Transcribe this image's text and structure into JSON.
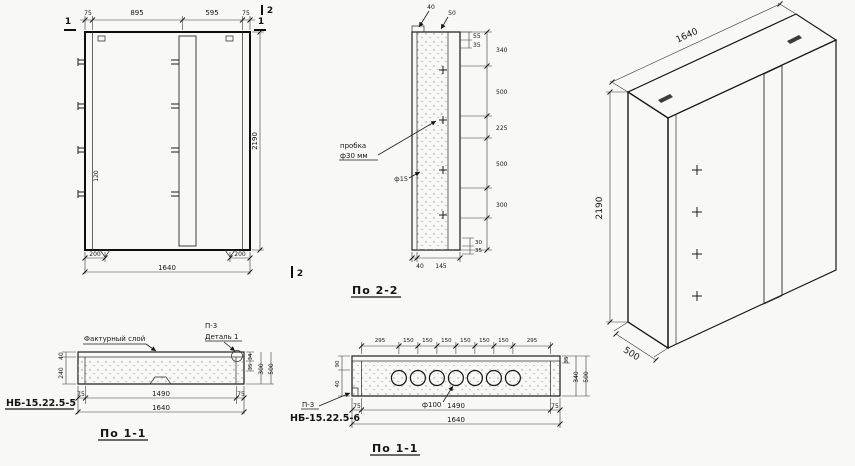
{
  "colors": {
    "paper": "#f8f8f4",
    "ink": "#141414"
  },
  "drawing": {
    "front": {
      "marks": {
        "one_left": "1",
        "one_right": "1",
        "two_top": "2",
        "two_bottom": "2"
      },
      "top_dims": [
        "75",
        "895",
        "595",
        "75"
      ],
      "side_dim": "120",
      "bottom_offset_left": "200",
      "bottom_offset_right": "200",
      "bottom_total": "1640",
      "height": "2190"
    },
    "section22": {
      "title": "По 2-2",
      "top_dims": [
        "40",
        "50"
      ],
      "top_right_dims": [
        "55",
        "35"
      ],
      "right_dims": [
        "340",
        "500",
        "225",
        "500",
        "300"
      ],
      "bottom_dims": [
        "40",
        "145"
      ],
      "bottom_right_dims": [
        "30",
        "35"
      ],
      "plug_label_line1": "пробка",
      "plug_label_line2": "ф30 мм",
      "hole_label": "ф15"
    },
    "iso": {
      "width": "1640",
      "height": "2190",
      "depth": "500"
    },
    "section11a": {
      "part": "НБ-15.22.5-5",
      "title": "По 1-1",
      "facing_label": "Фактурный слой",
      "node_label": "П-3",
      "detail_label": "Деталь 1",
      "left_dims": [
        "40",
        "240"
      ],
      "right_small_dims": [
        "34",
        "35"
      ],
      "right_dims": [
        "300",
        "500"
      ],
      "bottom_dims": [
        "75",
        "1490",
        "75"
      ],
      "bottom_total": "1640"
    },
    "section11b": {
      "part": "НБ-15.22.5-6",
      "title": "По 1-1",
      "node_label": "П-3",
      "hole_label": "ф100",
      "top_dims": [
        "295",
        "150",
        "150",
        "150",
        "150",
        "150",
        "150",
        "295"
      ],
      "left_dims": [
        "90",
        "40"
      ],
      "right_dims": [
        "35",
        "340",
        "500"
      ],
      "bottom_dims": [
        "75",
        "1490",
        "75"
      ],
      "bottom_total": "1640"
    }
  }
}
